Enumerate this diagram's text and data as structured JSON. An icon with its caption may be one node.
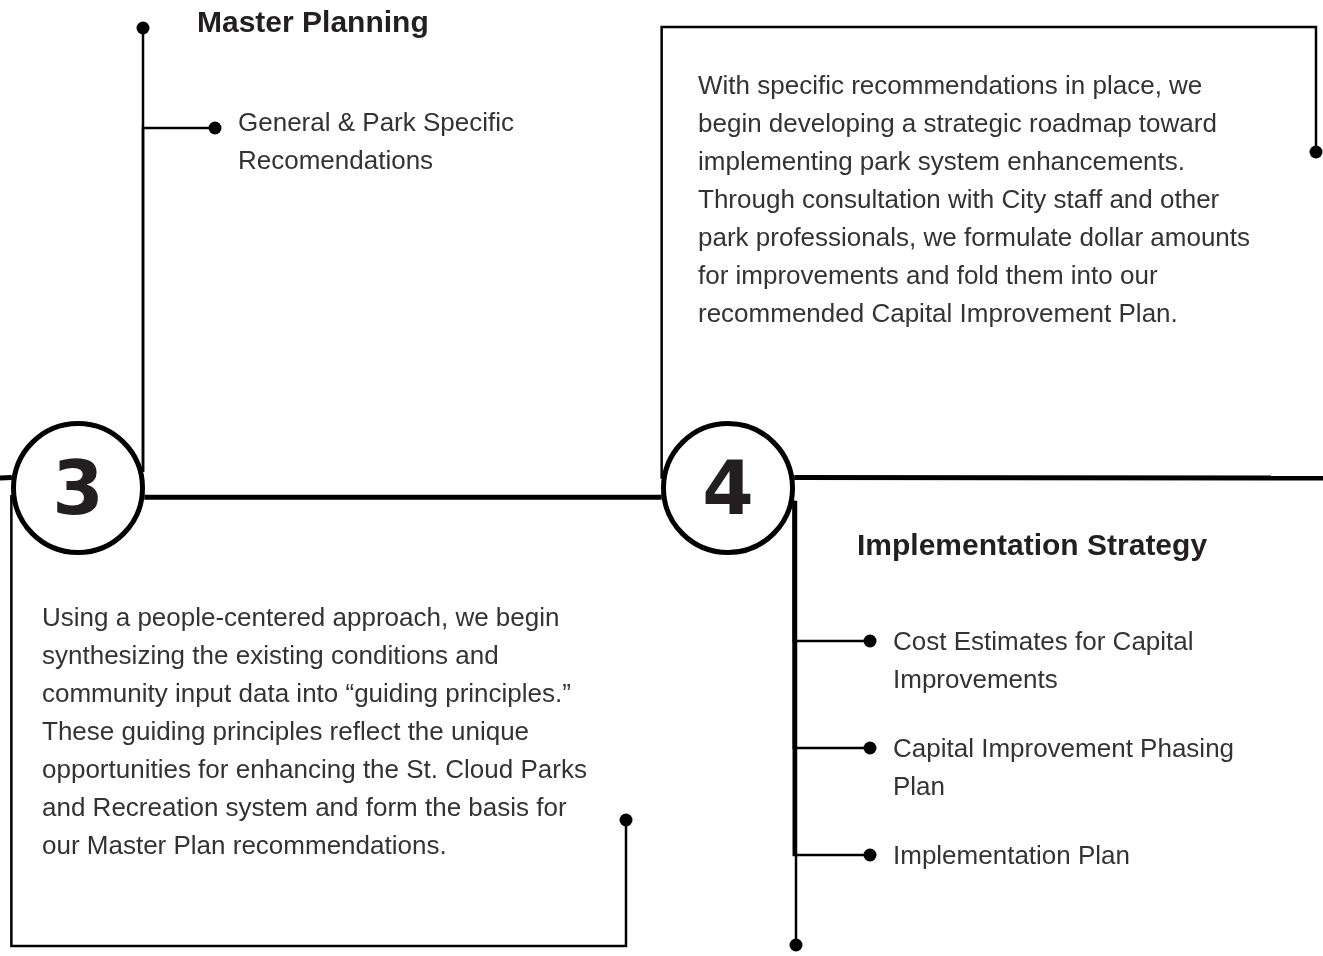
{
  "diagram": {
    "nodes": [
      {
        "text": [
          "3"
        ]
      },
      {
        "text": [
          "4"
        ]
      },
      {
        "text": [
          "Master Planning"
        ]
      },
      {
        "text": [
          "General & Park Specific Recomendations"
        ]
      },
      {
        "text": [
          "With specific recommendations in place, we begin developing a strategic roadmap toward implementing park system enhancements. Through consultation with City staff and other park professionals, we formulate dollar amounts for improvements and fold them into our recommended Capital Improvement Plan."
        ]
      },
      {
        "text": [
          "Using a people-centered approach, we begin synthesizing the existing conditions and community input data into “guiding principles.” These guiding principles reflect the unique opportunities for enhancing the St. Cloud Parks and Recreation system and form the basis for our Master Plan recommendations."
        ]
      },
      {
        "text": [
          "Cost Estimates for Capital Improvements"
        ]
      },
      {
        "text": [
          "Capital Improvement Phasing Plan"
        ]
      },
      {
        "text": [
          "Implementation Plan"
        ]
      }
    ],
    "edges": [
      {
        "from": null,
        "to": 0,
        "arrow": "none",
        "style": "thick"
      },
      {
        "from": 0,
        "to": 1,
        "arrow": "none",
        "style": "thick"
      },
      {
        "from": 1,
        "to": null,
        "arrow": "none",
        "style": "thick"
      },
      {
        "from": 0,
        "to": 2,
        "arrow": "other"
      },
      {
        "from": 0,
        "to": 3,
        "arrow": "other"
      },
      {
        "from": 0,
        "to": 5,
        "arrow": "other"
      },
      {
        "from": 1,
        "to": 4,
        "arrow": "other"
      },
      {
        "from": 1,
        "to": 6,
        "arrow": "other"
      },
      {
        "from": 1,
        "to": 7,
        "arrow": "other"
      },
      {
        "from": 1,
        "to": 8,
        "arrow": "other"
      },
      {
        "from": 1,
        "to": null,
        "arrow": "other"
      }
    ],
    "labels": [
      "Implementation Strategy"
    ]
  }
}
